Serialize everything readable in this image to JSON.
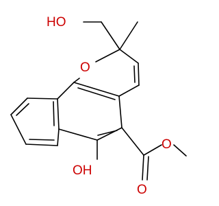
{
  "colors": {
    "background": "#ffffff",
    "bond": "#000000",
    "heteroatom": "#cc0000"
  },
  "molecule": {
    "labels": {
      "hydroxymethyl": "HO",
      "ring_oxygen": "O",
      "ester_ether_oxygen": "O",
      "carbonyl_oxygen": "O",
      "phenol": "OH"
    }
  }
}
